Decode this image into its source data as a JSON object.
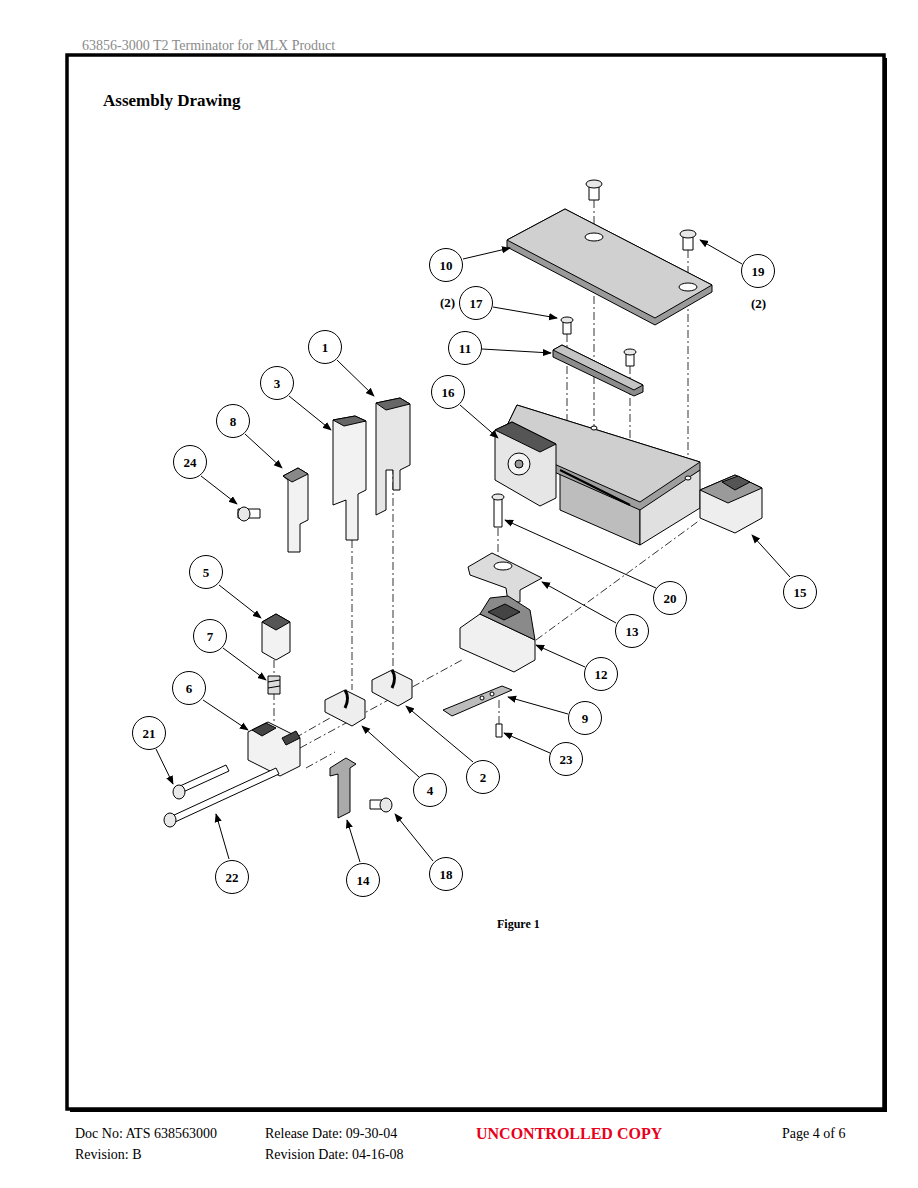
{
  "diagram": {
    "title": "Assembly Drawing",
    "caption": "Figure 1",
    "nodes": [
      {
        "text": [
          "10"
        ]
      },
      {
        "text": [
          "19"
        ]
      },
      {
        "text": [
          "17"
        ]
      },
      {
        "text": [
          "1"
        ]
      },
      {
        "text": [
          "11"
        ]
      },
      {
        "text": [
          "3"
        ]
      },
      {
        "text": [
          "16"
        ]
      },
      {
        "text": [
          "8"
        ]
      },
      {
        "text": [
          "24"
        ]
      },
      {
        "text": [
          "5"
        ]
      },
      {
        "text": [
          "15"
        ]
      },
      {
        "text": [
          "20"
        ]
      },
      {
        "text": [
          "13"
        ]
      },
      {
        "text": [
          "7"
        ]
      },
      {
        "text": [
          "12"
        ]
      },
      {
        "text": [
          "6"
        ]
      },
      {
        "text": [
          "9"
        ]
      },
      {
        "text": [
          "21"
        ]
      },
      {
        "text": [
          "23"
        ]
      },
      {
        "text": [
          "2"
        ]
      },
      {
        "text": [
          "4"
        ]
      },
      {
        "text": [
          "18"
        ]
      },
      {
        "text": [
          "22"
        ]
      },
      {
        "text": [
          "14"
        ]
      }
    ],
    "labels": [
      "63856-3000 T2 Terminator for MLX Product",
      "(2)",
      "(2)",
      "Doc No: ATS 638563000",
      "Release Date: 09-30-04",
      "UNCONTROLLED COPY",
      "Page 4 of 6",
      "Revision: B",
      "Revision Date: 04-16-08"
    ]
  }
}
